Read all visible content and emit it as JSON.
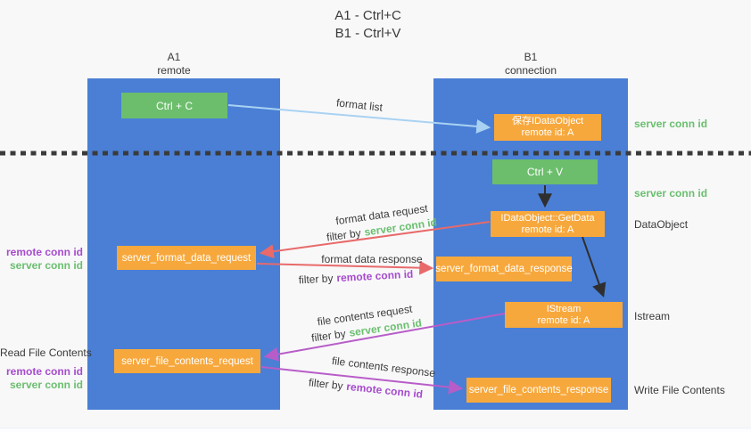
{
  "title": {
    "line1": "A1 - Ctrl+C",
    "line2": "B1 - Ctrl+V"
  },
  "lifelines": {
    "a1": {
      "name": "A1",
      "role": "remote"
    },
    "b1": {
      "name": "B1",
      "role": "connection"
    }
  },
  "boxes": {
    "ctrl_c": {
      "label": "Ctrl + C"
    },
    "ctrl_v": {
      "label": "Ctrl + V"
    },
    "save_idataobject": {
      "line1": "保存IDataObject",
      "line2": "remote id: A"
    },
    "idataobject_getdata": {
      "line1": "IDataObject::GetData",
      "line2": "remote id: A"
    },
    "istream": {
      "line1": "IStream",
      "line2": "remote id: A"
    },
    "server_format_data_request": {
      "label": "server_format_data_request"
    },
    "server_format_data_response": {
      "label": "server_format_data_response"
    },
    "server_file_contents_request": {
      "label": "server_file_contents_request"
    },
    "server_file_contents_response": {
      "label": "server_file_contents_response"
    }
  },
  "arrow_labels": {
    "format_list": "format list",
    "format_data_request": "format data request",
    "format_data_response": "format data response",
    "file_contents_request": "file contents request",
    "file_contents_response": "file contents response",
    "filter_by": "filter by"
  },
  "side_labels": {
    "server_conn_id": "server conn id",
    "remote_conn_id": "remote conn id",
    "dataobject": "DataObject",
    "istream": "Istream",
    "read_file_contents": "Read File Contents",
    "write_file_contents": "Write File Contents"
  },
  "colors": {
    "lifeline_blue": "#4a7fd5",
    "action_green": "#6cbe6c",
    "node_orange": "#f7a83d",
    "arrow_light_blue": "#a9d2f2",
    "arrow_red": "#e86a6a",
    "arrow_purple": "#b85dc8",
    "arrow_black": "#2f2f2f",
    "label_green": "#6abf6e",
    "label_purple": "#a64ccc",
    "background": "#f8f8f9"
  }
}
